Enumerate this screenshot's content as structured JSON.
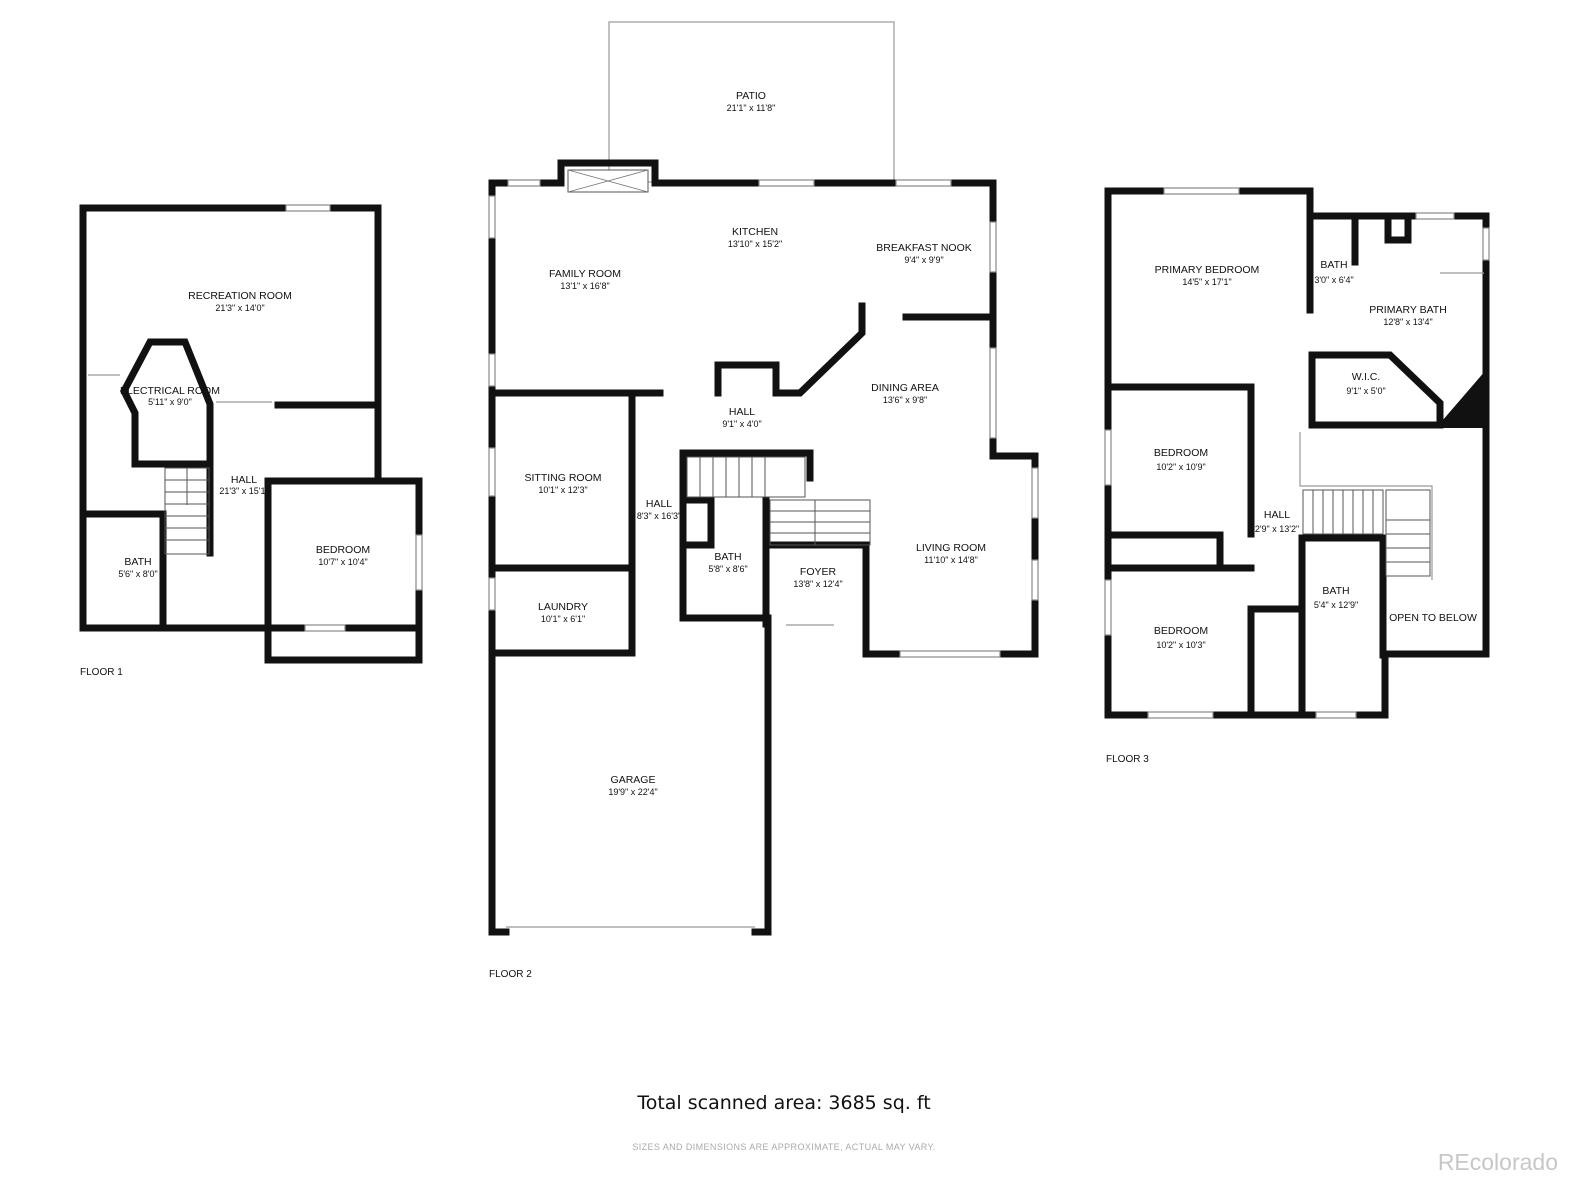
{
  "floors": [
    {
      "label": "FLOOR 1",
      "rooms": [
        {
          "name": "RECREATION ROOM",
          "dims": "21'3\" x 14'0\""
        },
        {
          "name": "ELECTRICAL ROOM",
          "dims": "5'11\" x 9'0\""
        },
        {
          "name": "HALL",
          "dims": "21'3\" x 15'1\""
        },
        {
          "name": "BEDROOM",
          "dims": "10'7\" x 10'4\""
        },
        {
          "name": "BATH",
          "dims": "5'6\" x 8'0\""
        }
      ]
    },
    {
      "label": "FLOOR 2",
      "rooms": [
        {
          "name": "PATIO",
          "dims": "21'1\" x 11'8\""
        },
        {
          "name": "KITCHEN",
          "dims": "13'10\" x 15'2\""
        },
        {
          "name": "BREAKFAST NOOK",
          "dims": "9'4\" x 9'9\""
        },
        {
          "name": "FAMILY ROOM",
          "dims": "13'1\" x 16'8\""
        },
        {
          "name": "DINING AREA",
          "dims": "13'6\" x 9'8\""
        },
        {
          "name": "HALL",
          "dims": "9'1\" x 4'0\""
        },
        {
          "name": "SITTING ROOM",
          "dims": "10'1\" x 12'3\""
        },
        {
          "name": "HALL",
          "dims": "8'3\" x 16'3\""
        },
        {
          "name": "BATH",
          "dims": "5'8\" x 8'6\""
        },
        {
          "name": "FOYER",
          "dims": "13'8\" x 12'4\""
        },
        {
          "name": "LIVING ROOM",
          "dims": "11'10\" x 14'8\""
        },
        {
          "name": "LAUNDRY",
          "dims": "10'1\" x 6'1\""
        },
        {
          "name": "GARAGE",
          "dims": "19'9\" x 22'4\""
        }
      ]
    },
    {
      "label": "FLOOR 3",
      "rooms": [
        {
          "name": "PRIMARY BEDROOM",
          "dims": "14'5\" x 17'1\""
        },
        {
          "name": "BATH",
          "dims": "3'0\" x 6'4\""
        },
        {
          "name": "PRIMARY BATH",
          "dims": "12'8\" x 13'4\""
        },
        {
          "name": "W.I.C.",
          "dims": "9'1\" x 5'0\""
        },
        {
          "name": "BEDROOM",
          "dims": "10'2\" x 10'9\""
        },
        {
          "name": "HALL",
          "dims": "2'9\" x 13'2\""
        },
        {
          "name": "BEDROOM",
          "dims": "10'2\" x 10'3\""
        },
        {
          "name": "BATH",
          "dims": "5'4\" x 12'9\""
        },
        {
          "name": "OPEN TO BELOW",
          "dims": ""
        }
      ]
    }
  ],
  "total_area": "Total scanned area: 3685 sq. ft",
  "disclaimer": "SIZES AND DIMENSIONS ARE APPROXIMATE, ACTUAL MAY VARY.",
  "brand": "REcolorado",
  "colors": {
    "wall": "#111111",
    "brand": "#c7c7c7",
    "disclaimer": "#aaaaaa"
  }
}
